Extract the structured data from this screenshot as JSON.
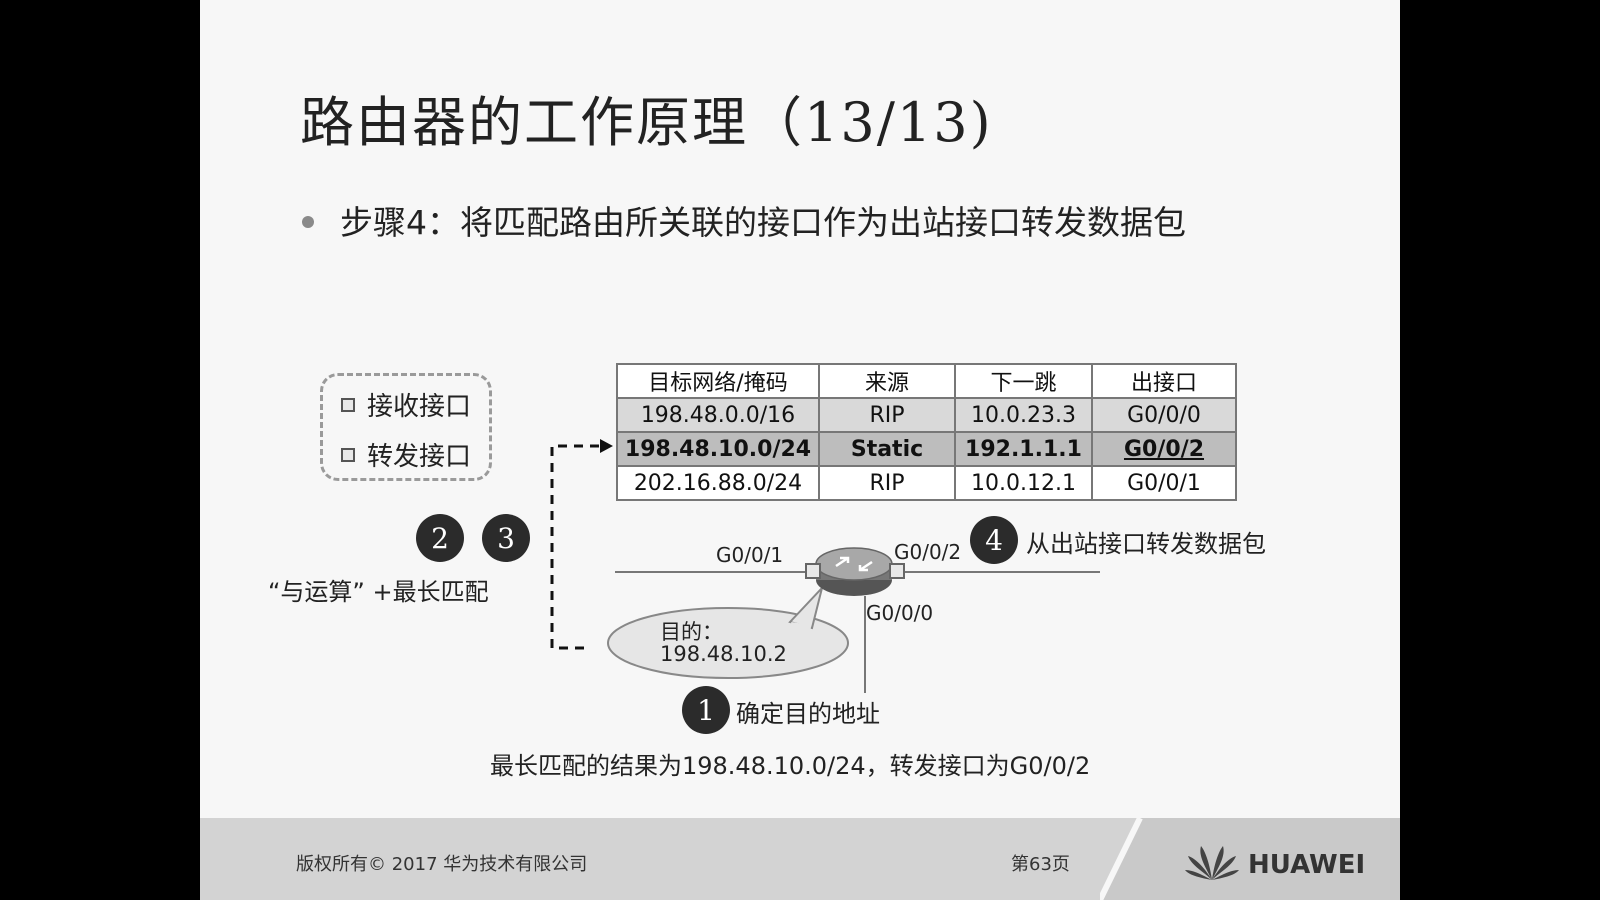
{
  "slide": {
    "title": "路由器的工作原理（13/13)",
    "bullet": "步骤4：将匹配路由所关联的接口作为出站接口转发数据包"
  },
  "legend": {
    "receive": "接收接口",
    "forward": "转发接口"
  },
  "routing_table": {
    "headers": [
      "目标网络/掩码",
      "来源",
      "下一跳",
      "出接口"
    ],
    "rows": [
      [
        "198.48.0.0/16",
        "RIP",
        "10.0.23.3",
        "G0/0/0"
      ],
      [
        "198.48.10.0/24",
        "Static",
        "192.1.1.1",
        "G0/0/2"
      ],
      [
        "202.16.88.0/24",
        "RIP",
        "10.0.12.1",
        "G0/0/1"
      ]
    ]
  },
  "diagram": {
    "steps": [
      "1",
      "2",
      "3",
      "4"
    ],
    "step1_label": "确定目的地址",
    "step23_label": "“与运算” +最长匹配",
    "step4_label": "从出站接口转发数据包",
    "interfaces": {
      "left": "G0/0/1",
      "right": "G0/0/2",
      "bottom": "G0/0/0"
    },
    "dest_line1": "目的：",
    "dest_line2": "198.48.10.2",
    "result": "最长匹配的结果为198.48.10.0/24，转发接口为G0/0/2"
  },
  "footer": {
    "copyright": "版权所有© 2017  华为技术有限公司",
    "page": "第63页",
    "logo": "HUAWEI"
  },
  "colors": {
    "background": "#000000",
    "slide": "#f7f7f7",
    "selected_row": "#bdbdbd",
    "grey_row": "#d9d9d9",
    "step_circle": "#2b2b2b",
    "footer": "#d3d3d3"
  }
}
